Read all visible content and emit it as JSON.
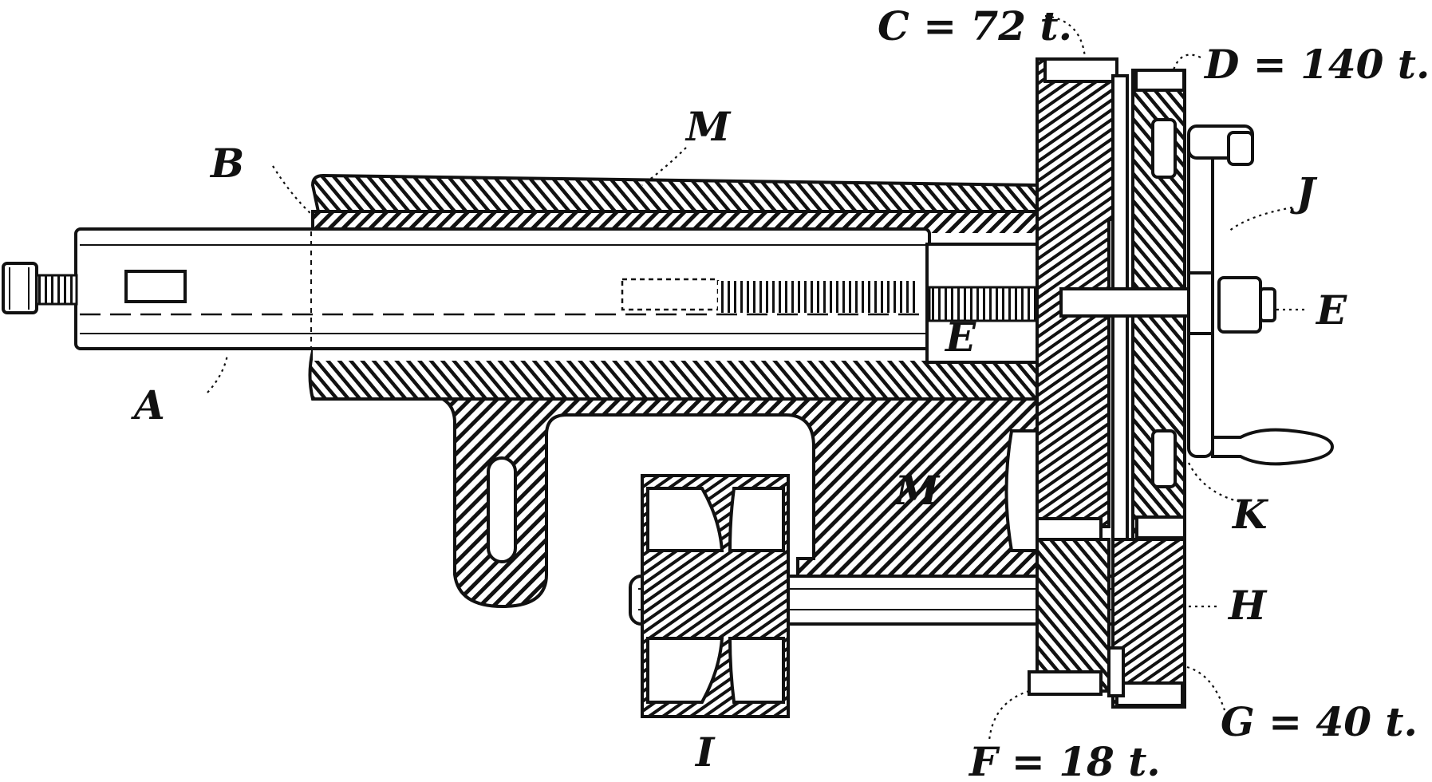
{
  "labels": {
    "A": "A",
    "B": "B",
    "M_top": "M",
    "M_body": "M",
    "E_inner": "E",
    "E_right": "E",
    "C": "C = 72 t.",
    "D": "D = 140 t.",
    "J": "J",
    "K": "K",
    "H": "H",
    "G": "G = 40 t.",
    "F": "F = 18 t.",
    "I": "I"
  },
  "colors": {
    "ink": "#111111",
    "paper": "#ffffff"
  }
}
